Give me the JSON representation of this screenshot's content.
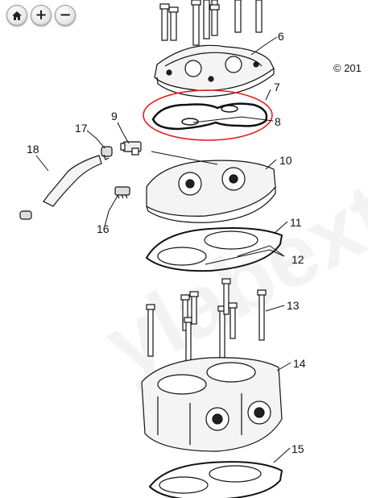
{
  "toolbar": {
    "home_icon": "home-icon",
    "zoom_in_label": "+",
    "zoom_out_label": "−"
  },
  "copyright": "© 201",
  "watermark": "ylabextreme",
  "callouts": [
    "6",
    "7",
    "8",
    "9",
    "17",
    "18",
    "10",
    "16",
    "11",
    "12",
    "13",
    "14",
    "15"
  ],
  "highlight_color": "#e02020"
}
